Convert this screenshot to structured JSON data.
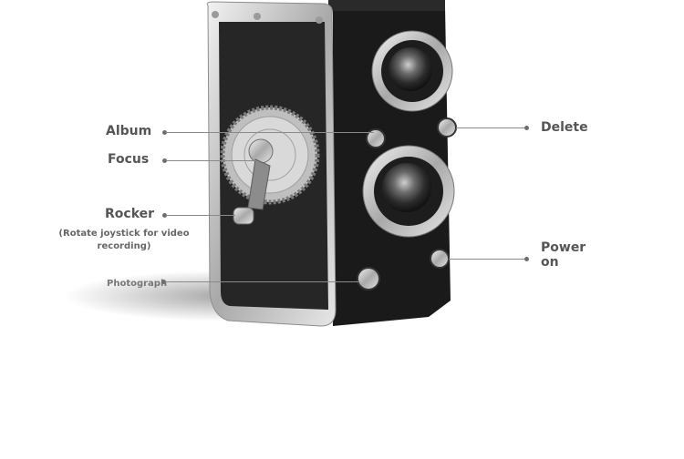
{
  "callouts": {
    "album": "Album",
    "focus": "Focus",
    "rocker": "Rocker",
    "rocker_note": "(Rotate joystick for video recording)",
    "photograph": "Photograph",
    "delete": "Delete",
    "power_on": "Power on"
  }
}
